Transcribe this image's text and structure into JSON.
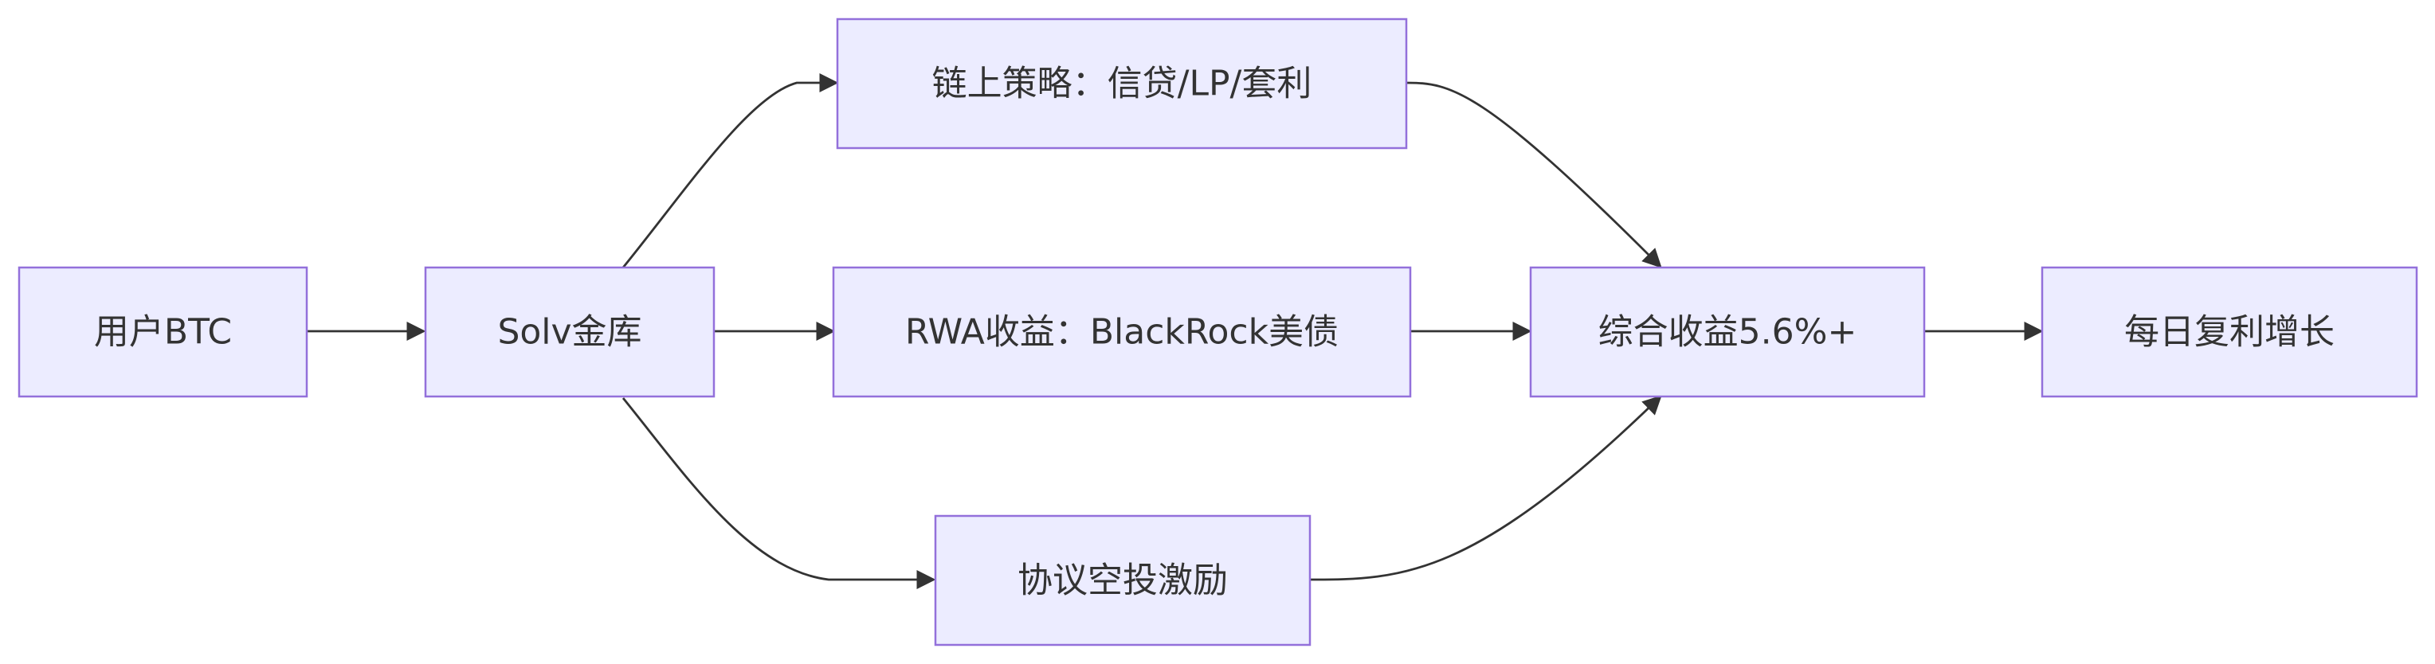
{
  "diagram": {
    "colors": {
      "node_fill": "#ececff",
      "node_stroke": "#9370db",
      "edge": "#333333",
      "text": "#333333"
    },
    "nodes": {
      "user_btc": "用户BTC",
      "solv_vault": "Solv金库",
      "onchain_strategy": "链上策略：信贷/LP/套利",
      "rwa_yield": "RWA收益：BlackRock美债",
      "airdrop_incentive": "协议空投激励",
      "combined_yield": "综合收益5.6%+",
      "daily_compound": "每日复利增长"
    },
    "edges": [
      {
        "from": "user_btc",
        "to": "solv_vault"
      },
      {
        "from": "solv_vault",
        "to": "onchain_strategy"
      },
      {
        "from": "solv_vault",
        "to": "rwa_yield"
      },
      {
        "from": "solv_vault",
        "to": "airdrop_incentive"
      },
      {
        "from": "onchain_strategy",
        "to": "combined_yield"
      },
      {
        "from": "rwa_yield",
        "to": "combined_yield"
      },
      {
        "from": "airdrop_incentive",
        "to": "combined_yield"
      },
      {
        "from": "combined_yield",
        "to": "daily_compound"
      }
    ]
  }
}
